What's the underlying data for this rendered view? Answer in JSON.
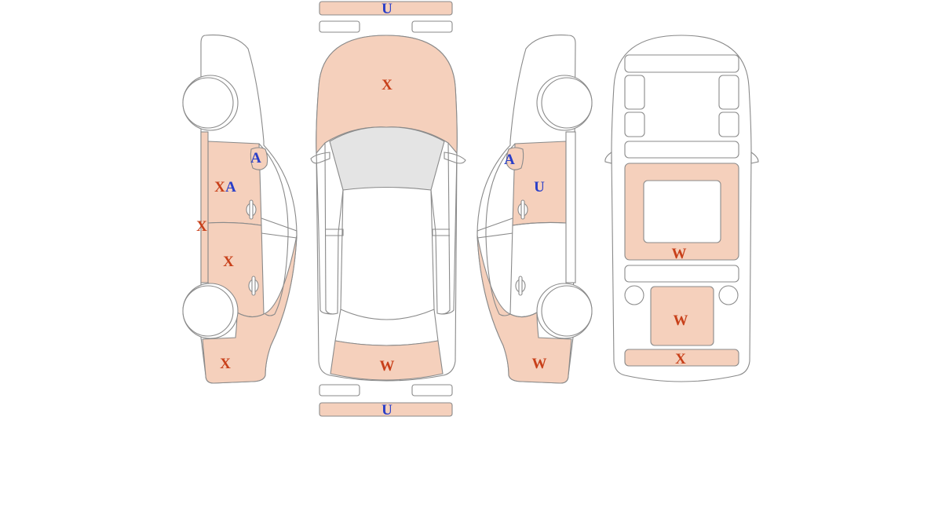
{
  "colors": {
    "damaged_fill": "#f5d0bc",
    "outline": "#8a8a8a",
    "glass": "#e4e4e4",
    "code_red": "#c8401a",
    "code_blue": "#2a3fc8"
  },
  "legend_codes": {
    "left": {
      "fender_front": "A",
      "front_door_a": "X",
      "front_door_b": "A",
      "rocker": "X",
      "rear_door": "X",
      "quarter": "X"
    },
    "top": {
      "front_bumper": "U",
      "hood": "X",
      "trunk": "W",
      "rear_bumper": "U"
    },
    "right": {
      "fender_front": "A",
      "front_door": "U",
      "quarter": "W"
    },
    "under": {
      "center_panel": "W",
      "rear_panel": "W",
      "rear_bumper": "X"
    }
  }
}
